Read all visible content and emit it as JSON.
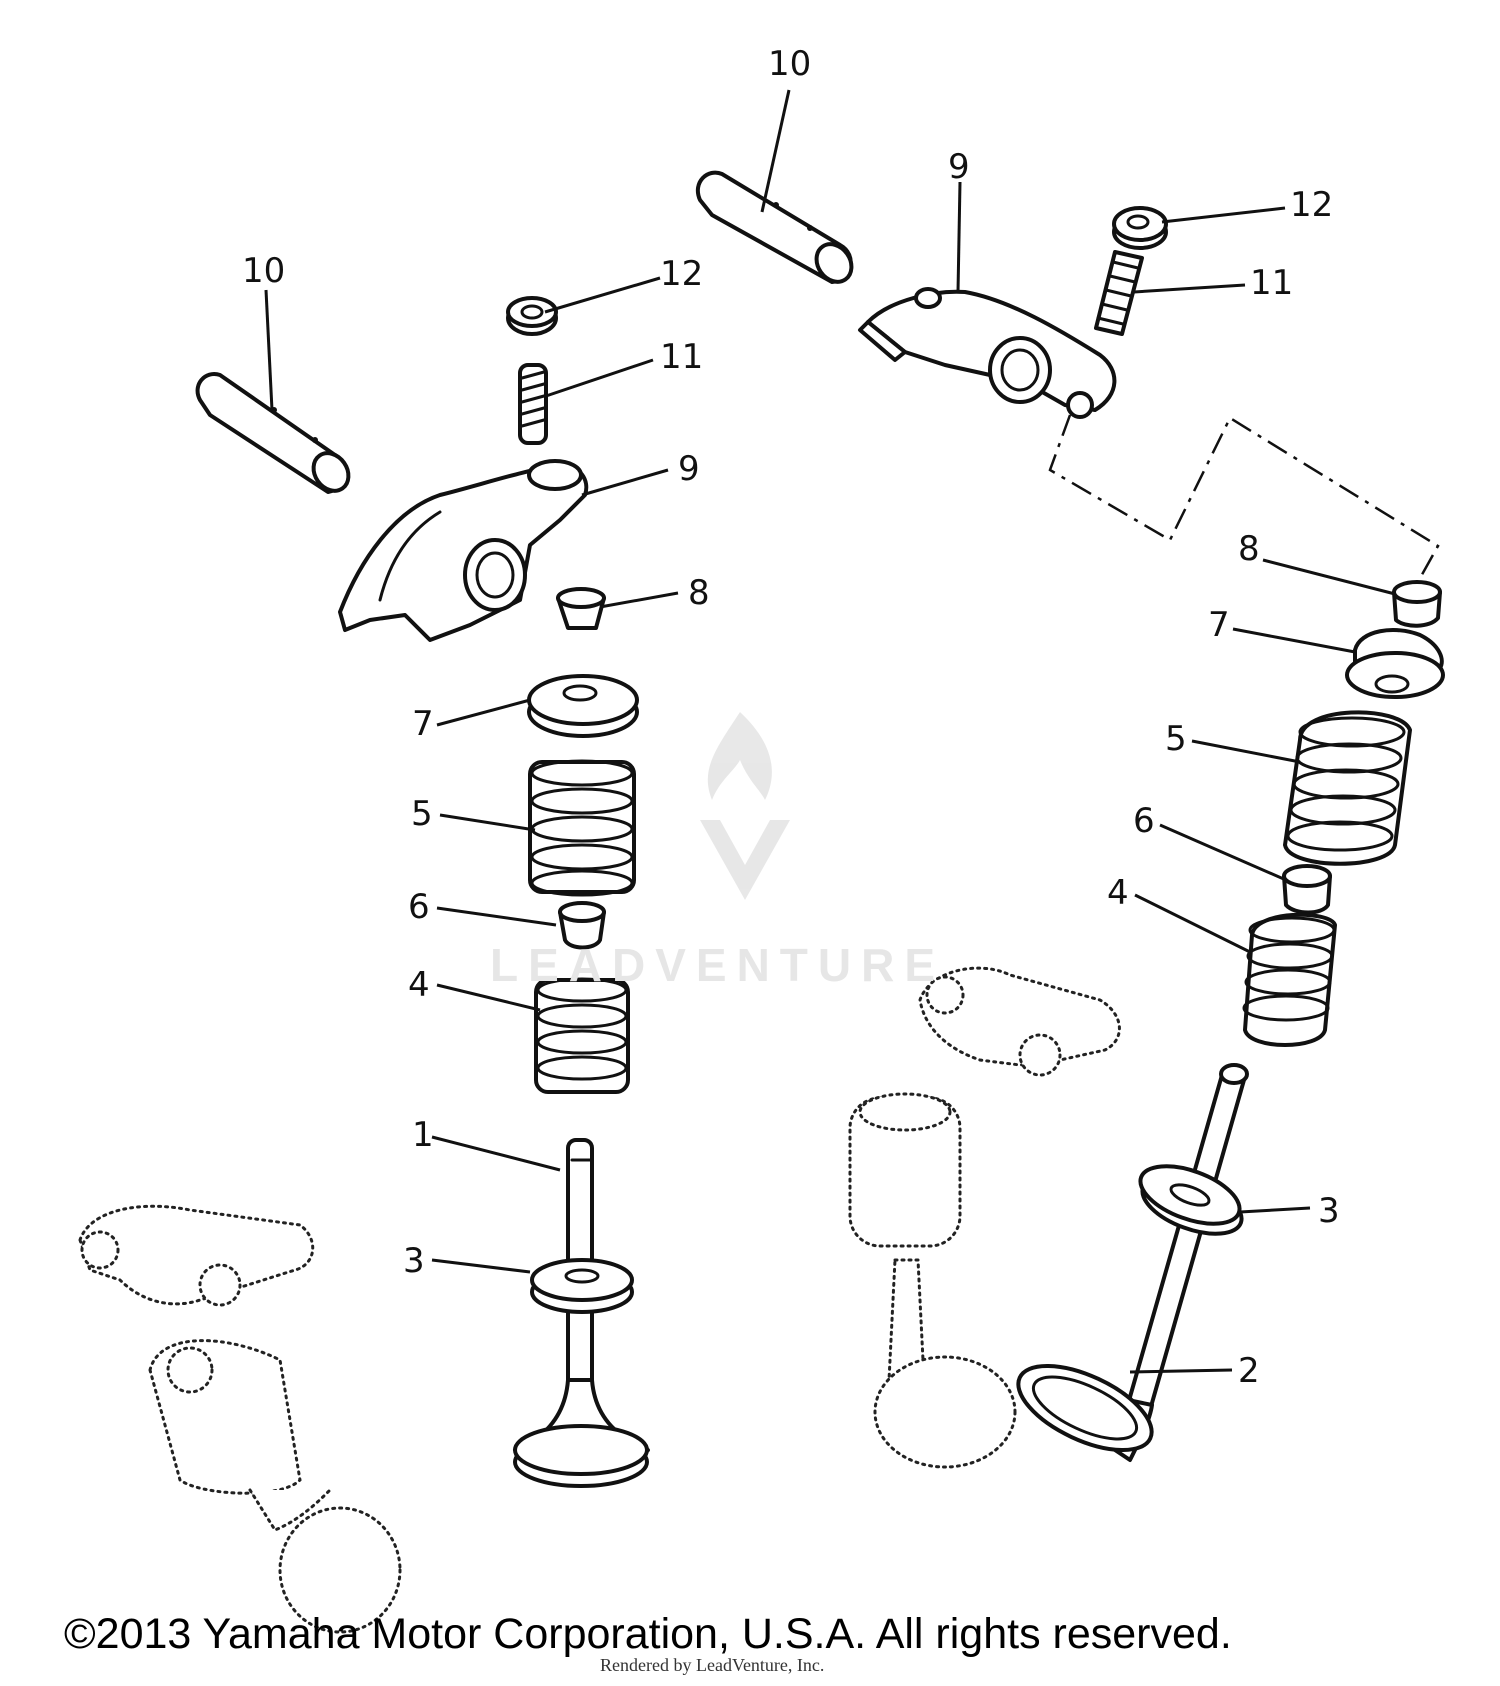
{
  "diagram": {
    "callouts": [
      {
        "id": "1",
        "text": "1"
      },
      {
        "id": "2",
        "text": "2"
      },
      {
        "id": "3a",
        "text": "3"
      },
      {
        "id": "3b",
        "text": "3"
      },
      {
        "id": "4a",
        "text": "4"
      },
      {
        "id": "4b",
        "text": "4"
      },
      {
        "id": "5a",
        "text": "5"
      },
      {
        "id": "5b",
        "text": "5"
      },
      {
        "id": "6a",
        "text": "6"
      },
      {
        "id": "6b",
        "text": "6"
      },
      {
        "id": "7a",
        "text": "7"
      },
      {
        "id": "7b",
        "text": "7"
      },
      {
        "id": "8a",
        "text": "8"
      },
      {
        "id": "8b",
        "text": "8"
      },
      {
        "id": "9a",
        "text": "9"
      },
      {
        "id": "9b",
        "text": "9"
      },
      {
        "id": "10a",
        "text": "10"
      },
      {
        "id": "10b",
        "text": "10"
      },
      {
        "id": "11a",
        "text": "11"
      },
      {
        "id": "11b",
        "text": "11"
      },
      {
        "id": "12a",
        "text": "12"
      },
      {
        "id": "12b",
        "text": "12"
      }
    ]
  },
  "watermark": "LEADVENTURE",
  "footer": {
    "copyright": "©2013 Yamaha Motor Corporation, U.S.A. All rights reserved.",
    "rendered_by": "Rendered by LeadVenture, Inc."
  }
}
